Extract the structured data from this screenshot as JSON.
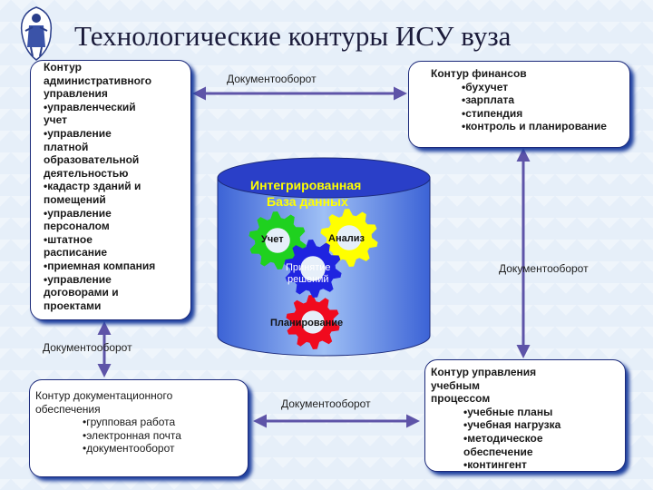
{
  "title": "Технологические контуры ИСУ вуза",
  "admin": {
    "lines": [
      "Контур",
      "административного",
      "управления",
      "•управленческий",
      "учет",
      "•управление",
      "платной",
      "образовательной",
      "деятельностью",
      "•кадастр зданий и",
      "помещений",
      "•управление",
      "персоналом",
      "•штатное",
      "расписание",
      "•приемная компания",
      "•управление",
      "договорами и",
      "проектами"
    ]
  },
  "finance": {
    "heading": "Контур финансов",
    "items": [
      "•бухучет",
      "•зарплата",
      "•стипендия",
      "•контроль и планирование"
    ]
  },
  "docs": {
    "heading": [
      "Контур документационного",
      "обеспечения"
    ],
    "items": [
      "•групповая работа",
      "•электронная почта",
      "•документооборот"
    ]
  },
  "edu": {
    "heading": [
      "Контур управления",
      "учебным",
      "процессом"
    ],
    "items": [
      "•учебные планы",
      "•учебная нагрузка",
      "•методическое",
      "обеспечение",
      "•контингент"
    ]
  },
  "db": {
    "title_line1": "Интегрированная",
    "title_line2": "База данных",
    "gear_account": "Учет",
    "gear_analysis": "Анализ",
    "gear_decision_1": "Принятие",
    "gear_decision_2": "решений",
    "gear_planning": "Планирование"
  },
  "flow_labels": {
    "top": "Документооборот",
    "right": "Документооборот",
    "left": "Документооборот",
    "bottom": "Документооборот"
  },
  "colors": {
    "arrow": "#5e54a8",
    "cylinder_top": "#2a3fc8",
    "cylinder_body": "#6a8ee8",
    "gear_green": "#1fd11f",
    "gear_yellow": "#ffff00",
    "gear_blue": "#1f24e0",
    "gear_red": "#f00a1e"
  }
}
